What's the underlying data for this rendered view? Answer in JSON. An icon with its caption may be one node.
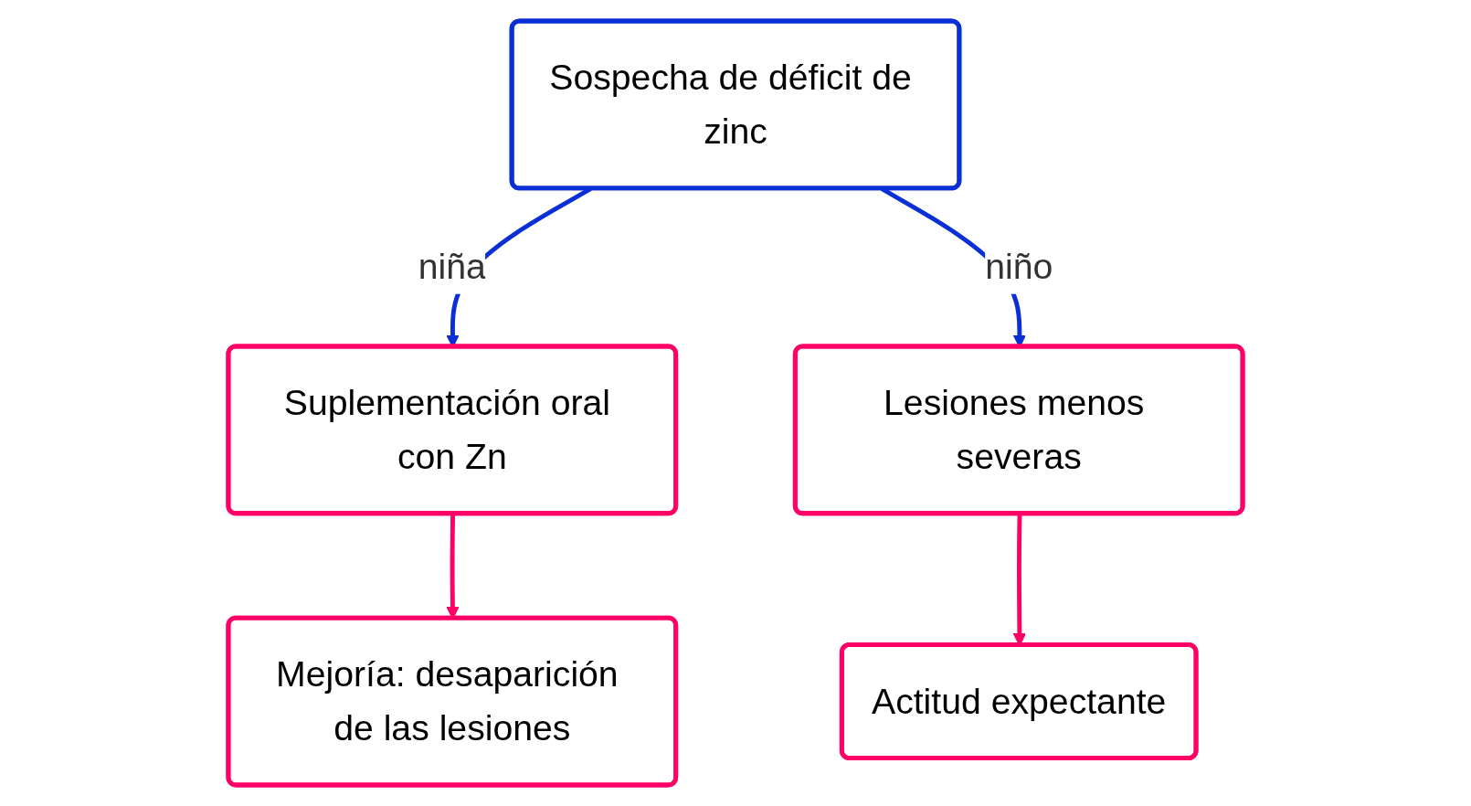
{
  "diagram": {
    "nodes": [
      {
        "text": [
          "Sospecha de déficit de zinc"
        ]
      },
      {
        "text": [
          "Suplementación oral con Zn"
        ]
      },
      {
        "text": [
          "Lesiones menos severas"
        ]
      },
      {
        "text": [
          "Mejoría: desaparición de las lesiones"
        ]
      },
      {
        "text": [
          "Actitud expectante"
        ]
      }
    ],
    "edges": [
      {
        "from": 0,
        "to": 1,
        "label": "niña",
        "arrow": "to",
        "color": "#0a2fd6"
      },
      {
        "from": 0,
        "to": 2,
        "label": "niño",
        "arrow": "to",
        "color": "#0a2fd6"
      },
      {
        "from": 1,
        "to": 3,
        "arrow": "to",
        "color": "#ff0066"
      },
      {
        "from": 2,
        "to": 4,
        "arrow": "to",
        "color": "#ff0066"
      }
    ]
  }
}
